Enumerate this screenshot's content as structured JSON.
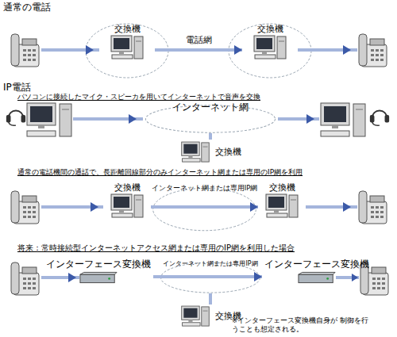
{
  "diagram": {
    "nodes": [
      {
        "text": [
          "交換機"
        ]
      },
      {
        "text": [
          "交換機"
        ]
      },
      {
        "text": [
          "インターネット網"
        ]
      },
      {
        "text": [
          "交換機"
        ]
      },
      {
        "text": [
          "交換機"
        ]
      },
      {
        "text": [
          "インターネット網または専用IP網"
        ]
      },
      {
        "text": [
          "交換機"
        ]
      },
      {
        "text": [
          "インターフェース変換機"
        ]
      },
      {
        "text": [
          "インターネット網または専用IP網"
        ]
      },
      {
        "text": [
          "インターフェース変換機"
        ]
      },
      {
        "text": [
          "交換機"
        ]
      }
    ],
    "edges": [
      {
        "from": 0,
        "to": 1,
        "label": "電話網",
        "arrow": "to"
      },
      {
        "from": 2,
        "to": 3,
        "arrow": "none"
      },
      {
        "from": 4,
        "to": 6,
        "arrow": "to"
      },
      {
        "from": 7,
        "to": 9,
        "arrow": "to"
      },
      {
        "from": 8,
        "to": 10,
        "arrow": "none"
      }
    ],
    "labels": [
      "通常の電話",
      "IP電話",
      "パソコンに接続したマイク・スピーカを用いてインターネットで音声を交換",
      "通常の電話機間の通話で、長距離回線部分のみインターネット網または専用のIP網を利用",
      "将来：常時接続型インターネットアクセス網または専用のIP網を利用した場合",
      "※インターフェース変換機自身が 制御を行うことも想定される。"
    ]
  }
}
